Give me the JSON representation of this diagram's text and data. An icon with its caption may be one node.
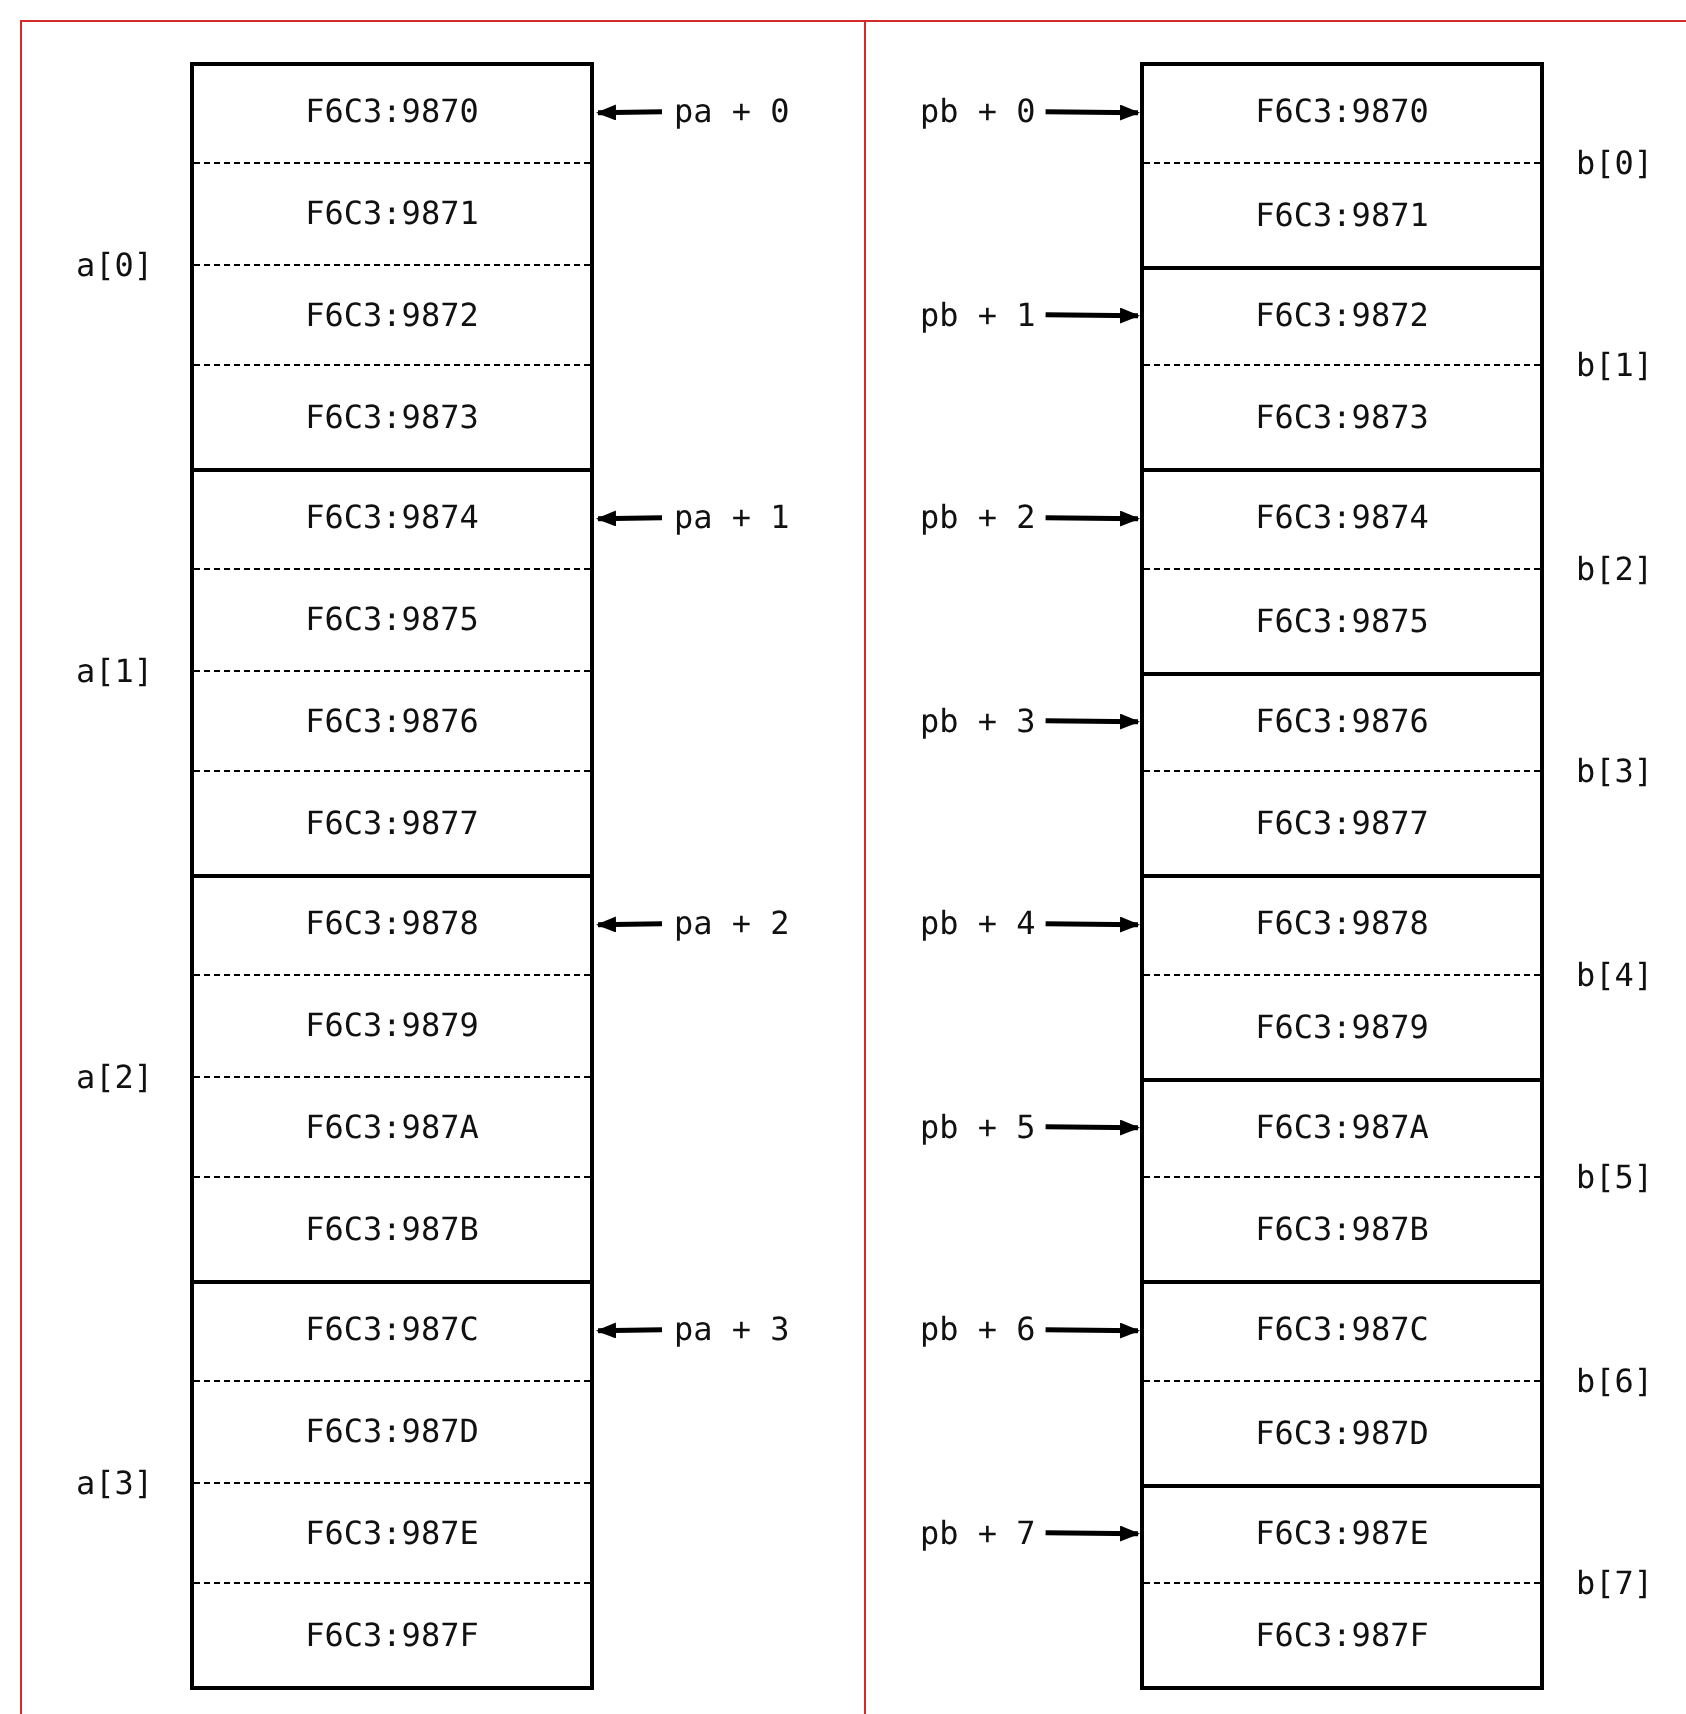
{
  "diagram": {
    "nodes": [
      {
        "text": [],
        "shape": "box",
        "beside": [
          "a[0]"
        ]
      },
      {
        "text": [
          "F6C3:9870"
        ],
        "in": 0
      },
      {
        "text": [
          "F6C3:9871"
        ],
        "in": 0
      },
      {
        "text": [
          "F6C3:9872"
        ],
        "in": 0
      },
      {
        "text": [
          "F6C3:9873"
        ],
        "in": 0
      },
      {
        "text": [],
        "shape": "box",
        "beside": [
          "a[1]"
        ]
      },
      {
        "text": [
          "F6C3:9874"
        ],
        "in": 5
      },
      {
        "text": [
          "F6C3:9875"
        ],
        "in": 5
      },
      {
        "text": [
          "F6C3:9876"
        ],
        "in": 5
      },
      {
        "text": [
          "F6C3:9877"
        ],
        "in": 5
      },
      {
        "text": [],
        "shape": "box",
        "beside": [
          "a[2]"
        ]
      },
      {
        "text": [
          "F6C3:9878"
        ],
        "in": 10
      },
      {
        "text": [
          "F6C3:9879"
        ],
        "in": 10
      },
      {
        "text": [
          "F6C3:987A"
        ],
        "in": 10
      },
      {
        "text": [
          "F6C3:987B"
        ],
        "in": 10
      },
      {
        "text": [],
        "shape": "box",
        "beside": [
          "a[3]"
        ]
      },
      {
        "text": [
          "F6C3:987C"
        ],
        "in": 15
      },
      {
        "text": [
          "F6C3:987D"
        ],
        "in": 15
      },
      {
        "text": [
          "F6C3:987E"
        ],
        "in": 15
      },
      {
        "text": [
          "F6C3:987F"
        ],
        "in": 15
      },
      {
        "text": [
          "pa + 0"
        ]
      },
      {
        "text": [
          "pa + 1"
        ]
      },
      {
        "text": [
          "pa + 2"
        ]
      },
      {
        "text": [
          "pa + 3"
        ]
      },
      {
        "text": [],
        "shape": "box",
        "beside": [
          "b[0]"
        ]
      },
      {
        "text": [
          "F6C3:9870"
        ],
        "in": 24
      },
      {
        "text": [
          "F6C3:9871"
        ],
        "in": 24
      },
      {
        "text": [],
        "shape": "box",
        "beside": [
          "b[1]"
        ]
      },
      {
        "text": [
          "F6C3:9872"
        ],
        "in": 27
      },
      {
        "text": [
          "F6C3:9873"
        ],
        "in": 27
      },
      {
        "text": [],
        "shape": "box",
        "beside": [
          "b[2]"
        ]
      },
      {
        "text": [
          "F6C3:9874"
        ],
        "in": 30
      },
      {
        "text": [
          "F6C3:9875"
        ],
        "in": 30
      },
      {
        "text": [],
        "shape": "box",
        "beside": [
          "b[3]"
        ]
      },
      {
        "text": [
          "F6C3:9876"
        ],
        "in": 33
      },
      {
        "text": [
          "F6C3:9877"
        ],
        "in": 33
      },
      {
        "text": [],
        "shape": "box",
        "beside": [
          "b[4]"
        ]
      },
      {
        "text": [
          "F6C3:9878"
        ],
        "in": 36
      },
      {
        "text": [
          "F6C3:9879"
        ],
        "in": 36
      },
      {
        "text": [],
        "shape": "box",
        "beside": [
          "b[5]"
        ]
      },
      {
        "text": [
          "F6C3:987A"
        ],
        "in": 39
      },
      {
        "text": [
          "F6C3:987B"
        ],
        "in": 39
      },
      {
        "text": [],
        "shape": "box",
        "beside": [
          "b[6]"
        ]
      },
      {
        "text": [
          "F6C3:987C"
        ],
        "in": 42
      },
      {
        "text": [
          "F6C3:987D"
        ],
        "in": 42
      },
      {
        "text": [],
        "shape": "box",
        "beside": [
          "b[7]"
        ]
      },
      {
        "text": [
          "F6C3:987E"
        ],
        "in": 45
      },
      {
        "text": [
          "F6C3:987F"
        ],
        "in": 45
      },
      {
        "text": [
          "pb + 0"
        ]
      },
      {
        "text": [
          "pb + 1"
        ]
      },
      {
        "text": [
          "pb + 2"
        ]
      },
      {
        "text": [
          "pb + 3"
        ]
      },
      {
        "text": [
          "pb + 4"
        ]
      },
      {
        "text": [
          "pb + 5"
        ]
      },
      {
        "text": [
          "pb + 6"
        ]
      },
      {
        "text": [
          "pb + 7"
        ]
      }
    ],
    "edges": [
      {
        "from": 20,
        "to": 1,
        "arrow": "to"
      },
      {
        "from": 21,
        "to": 6,
        "arrow": "to"
      },
      {
        "from": 22,
        "to": 11,
        "arrow": "to"
      },
      {
        "from": 23,
        "to": 16,
        "arrow": "to"
      },
      {
        "from": 48,
        "to": 25,
        "arrow": "to"
      },
      {
        "from": 49,
        "to": 28,
        "arrow": "to"
      },
      {
        "from": 50,
        "to": 31,
        "arrow": "to"
      },
      {
        "from": 51,
        "to": 34,
        "arrow": "to"
      },
      {
        "from": 52,
        "to": 37,
        "arrow": "to"
      },
      {
        "from": 53,
        "to": 40,
        "arrow": "to"
      },
      {
        "from": 54,
        "to": 43,
        "arrow": "to"
      },
      {
        "from": 55,
        "to": 46,
        "arrow": "to"
      }
    ]
  }
}
